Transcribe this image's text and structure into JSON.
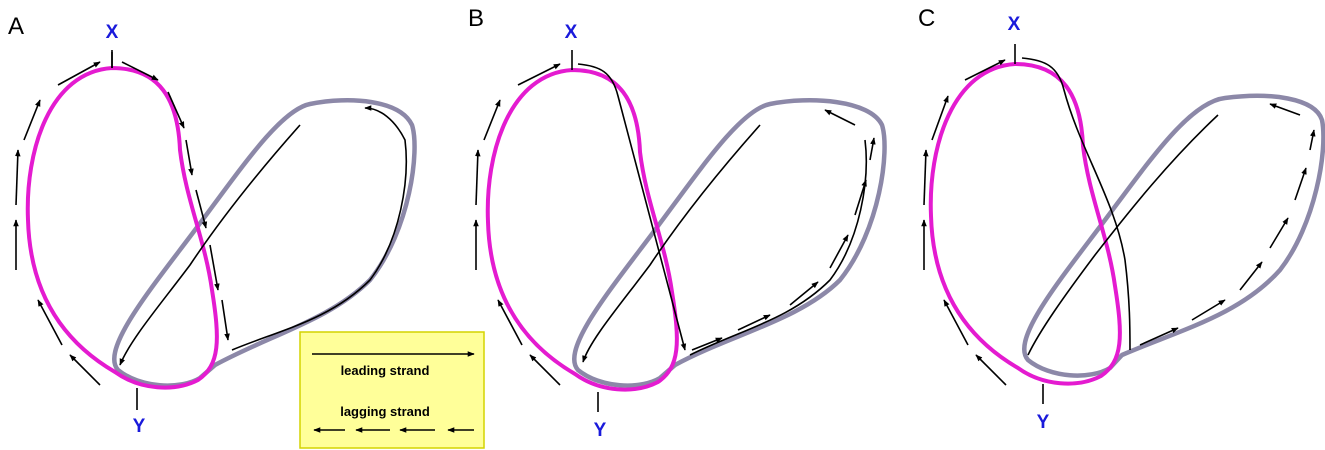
{
  "panels": [
    {
      "letter": "A",
      "top_label": "X",
      "bottom_label": "Y"
    },
    {
      "letter": "B",
      "top_label": "X",
      "bottom_label": "Y"
    },
    {
      "letter": "C",
      "top_label": "X",
      "bottom_label": "Y"
    }
  ],
  "legend": {
    "leading_label": "leading strand",
    "lagging_label": "lagging strand"
  },
  "colors": {
    "pink_loop": "#e41bd0",
    "gray_loop": "#8c88a8",
    "label_blue": "#1a1adb",
    "legend_bg": "#ffff99",
    "legend_border": "#d4d400"
  }
}
